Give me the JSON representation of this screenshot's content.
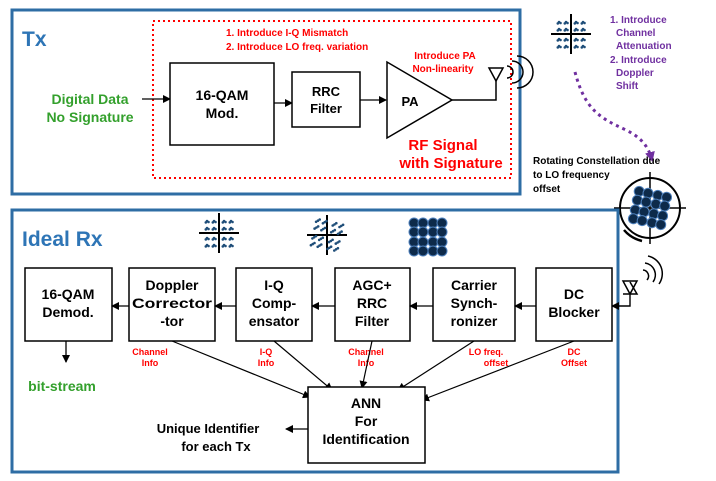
{
  "colors": {
    "frame": "#2e6da4",
    "section_title": "#2e75b6",
    "accent_red": "#ff0000",
    "accent_green": "#33a02c",
    "accent_purple": "#7030a0",
    "line": "#000000",
    "constellation_dot": "#1f4e79"
  },
  "tx": {
    "title": "Tx",
    "impairment_1": "1. Introduce I-Q Mismatch",
    "impairment_2": "2. Introduce LO freq. variation",
    "pa_note_1": "Introduce PA",
    "pa_note_2": "Non-linearity",
    "input_1": "Digital Data",
    "input_2": "No Signature",
    "qam_mod_1": "16-QAM",
    "qam_mod_2": "Mod.",
    "rrc_1": "RRC",
    "rrc_2": "Filter",
    "pa": "PA",
    "output_1": "RF Signal",
    "output_2": "with Signature"
  },
  "channel": {
    "note_1": "1. Introduce",
    "note_2": "Channel",
    "note_3": "Attenuation",
    "note_4": "2. Introduce",
    "note_5": "Doppler",
    "note_6": "Shift"
  },
  "rotating": {
    "line_1": "Rotating Constellation due",
    "line_2": "to LO frequency",
    "line_3": "offset"
  },
  "rx": {
    "title": "Ideal Rx",
    "demod_1": "16-QAM",
    "demod_2": "Demod.",
    "doppler_1": "Doppler",
    "doppler_2": "Corrector",
    "doppler_3": "-tor",
    "iq_1": "I-Q",
    "iq_2": "Comp-",
    "iq_3": "ensator",
    "agc_1": "AGC+",
    "agc_2": "RRC",
    "agc_3": "Filter",
    "carrier_1": "Carrier",
    "carrier_2": "Synch-",
    "carrier_3": "ronizer",
    "dc_1": "DC",
    "dc_2": "Blocker",
    "bitstream": "bit-stream",
    "info_channel_a_1": "Channel",
    "info_channel_a_2": "Info",
    "info_iq_1": "I-Q",
    "info_iq_2": "Info",
    "info_channel_b_1": "Channel",
    "info_channel_b_2": "Info",
    "info_lo_1": "LO freq.",
    "info_lo_2": "offset",
    "info_dc_1": "DC",
    "info_dc_2": "Offset",
    "ann_1": "ANN",
    "ann_2": "For",
    "ann_3": "Identification",
    "unique_1": "Unique Identifier",
    "unique_2": "for each Tx"
  }
}
